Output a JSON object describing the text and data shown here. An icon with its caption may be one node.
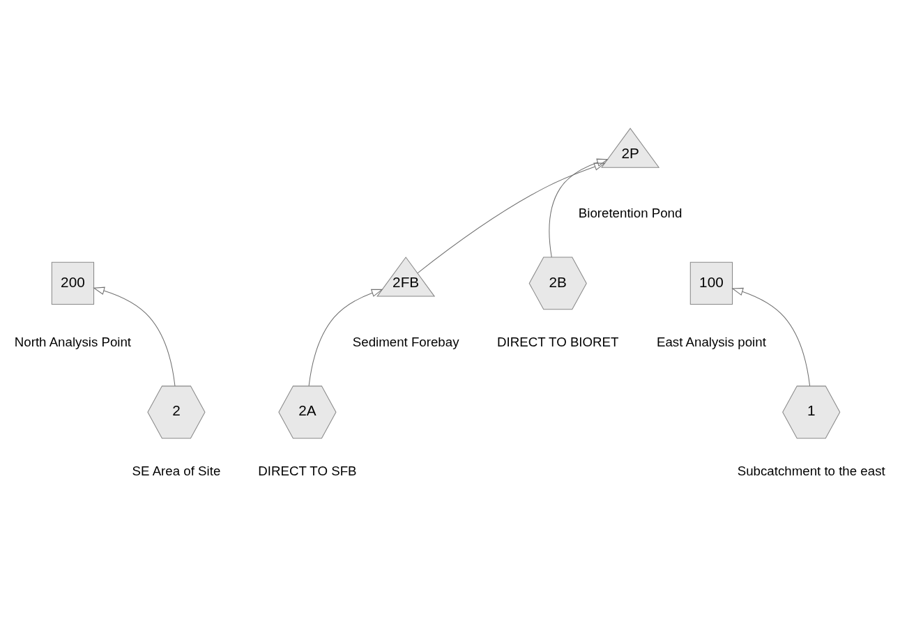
{
  "diagram": {
    "nodes": [
      {
        "text": [
          "200"
        ],
        "beside": [
          "North Analysis Point"
        ]
      },
      {
        "text": [
          "2A"
        ],
        "beside": [
          "DIRECT TO SFB"
        ]
      },
      {
        "text": [
          "2"
        ],
        "beside": [
          "SE Area of Site"
        ]
      },
      {
        "text": [
          "2FB"
        ],
        "beside": [
          "Sediment Forebay"
        ]
      },
      {
        "text": [
          "100"
        ],
        "beside": [
          "East Analysis point"
        ]
      },
      {
        "text": [
          "2B"
        ],
        "beside": [
          "DIRECT TO BIORET"
        ]
      },
      {
        "text": [
          "2P"
        ],
        "beside": [
          "Bioretention Pond"
        ]
      },
      {
        "text": [
          "1"
        ],
        "beside": [
          "Subcatchment to the east"
        ]
      }
    ],
    "edges": [
      {
        "from": 2,
        "to": 0,
        "arrow": "to"
      },
      {
        "from": 1,
        "to": 3,
        "arrow": "to"
      },
      {
        "from": 3,
        "to": 6,
        "arrow": "to"
      },
      {
        "from": 5,
        "to": 6,
        "arrow": "to"
      },
      {
        "from": 7,
        "to": 4,
        "arrow": "to"
      }
    ]
  }
}
